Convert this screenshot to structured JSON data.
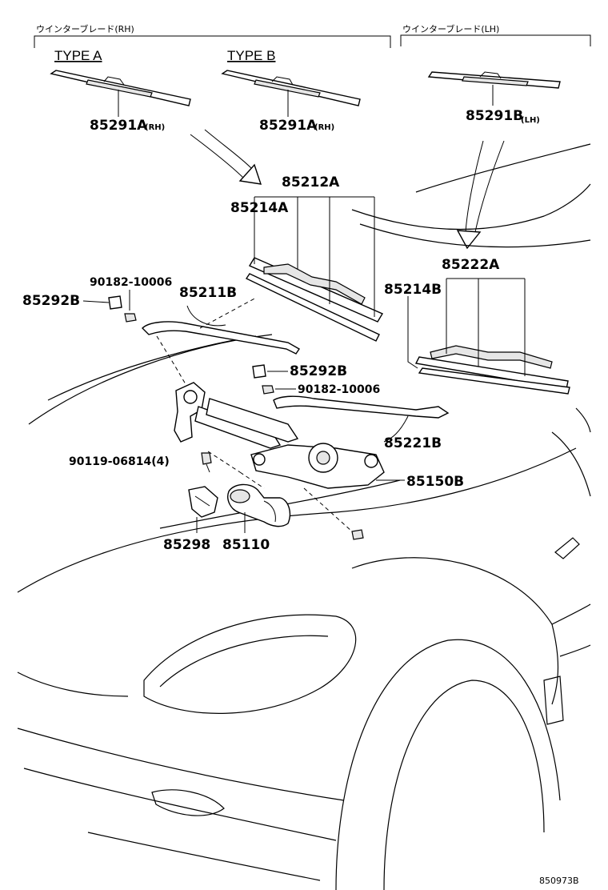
{
  "headers": {
    "rh": "ウインターブレード(RH)",
    "lh": "ウインターブレード(LH)"
  },
  "types": {
    "a": "TYPE A",
    "b": "TYPE B"
  },
  "parts": {
    "p85291a_1": "85291A",
    "p85291a_1_sub": "(RH)",
    "p85291a_2": "85291A",
    "p85291a_2_sub": "(RH)",
    "p85291b": "85291B",
    "p85291b_sub": "(LH)",
    "p85212a": "85212A",
    "p85214a": "85214A",
    "p85222a": "85222A",
    "p85214b": "85214B",
    "p90182_1": "90182-10006",
    "p85292b_1": "85292B",
    "p85211b": "85211B",
    "p85292b_2": "85292B",
    "p90182_2": "90182-10006",
    "p85221b": "85221B",
    "p90119": "90119-06814(4)",
    "p85150b": "85150B",
    "p85298": "85298",
    "p85110": "85110"
  },
  "figure_code": "850973B"
}
